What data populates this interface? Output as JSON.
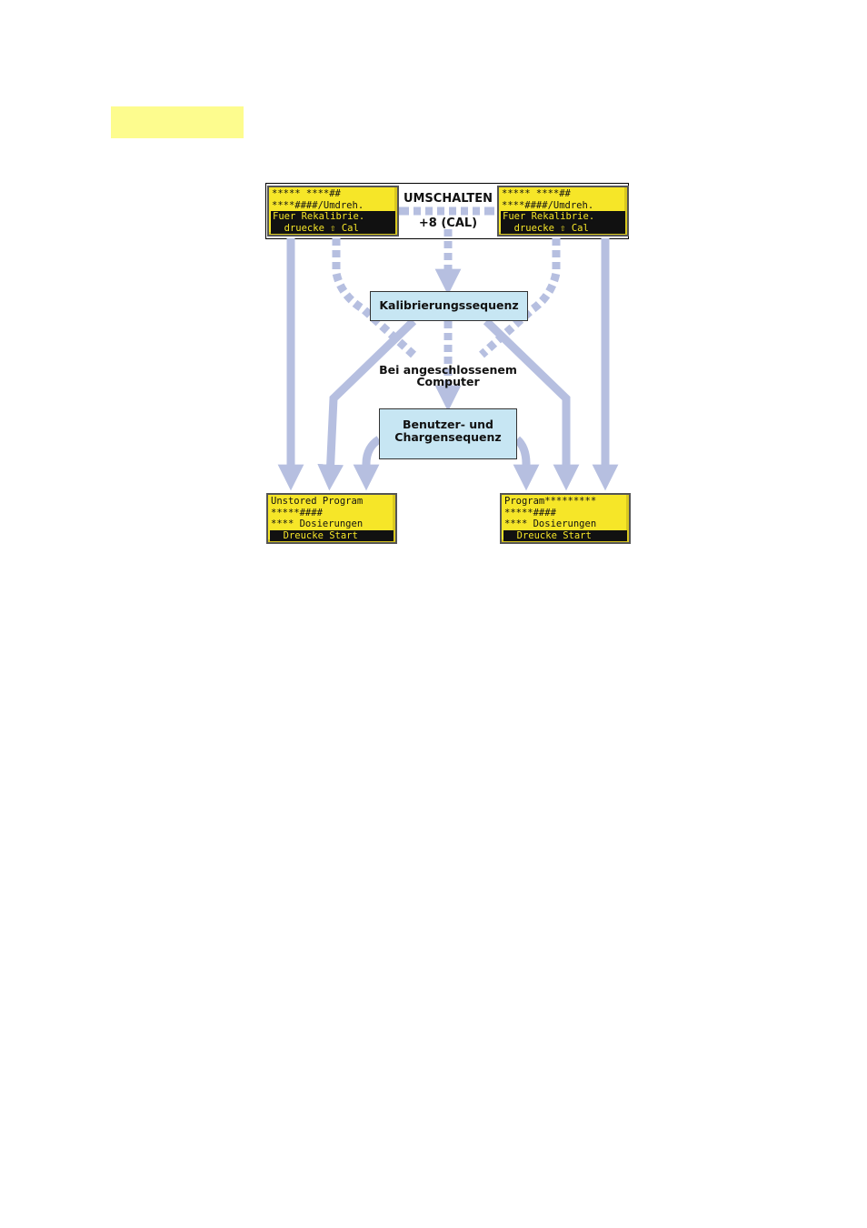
{
  "diagram": {
    "top_left_display": {
      "lines": [
        "***** ****##",
        "****####/Umdreh.",
        "Fuer Rekalibrie.",
        "  druecke ⇧ Cal"
      ]
    },
    "top_right_display": {
      "lines": [
        "***** ****##",
        "****####/Umdreh.",
        "Fuer Rekalibrie.",
        "  druecke ⇧ Cal"
      ]
    },
    "key_label_1": "UMSCHALTEN",
    "key_label_2": "+8 (CAL)",
    "calibration_box": "Kalibrierungssequenz",
    "computer_label": "Bei angeschlossenem Computer",
    "user_batch_box": "Benutzer- und Chargensequenz",
    "bottom_left_display": {
      "lines": [
        "Unstored Program",
        "*****####",
        "**** Dosierungen",
        "  Dreucke Start"
      ]
    },
    "bottom_right_display": {
      "lines": [
        "Program*********",
        "*****####",
        "**** Dosierungen",
        "  Dreucke Start"
      ]
    },
    "colors": {
      "arrow": "#b6bfe0",
      "lcd": "#f6e628",
      "box": "#c7e6f3",
      "highlight": "#fdfc8e"
    }
  }
}
